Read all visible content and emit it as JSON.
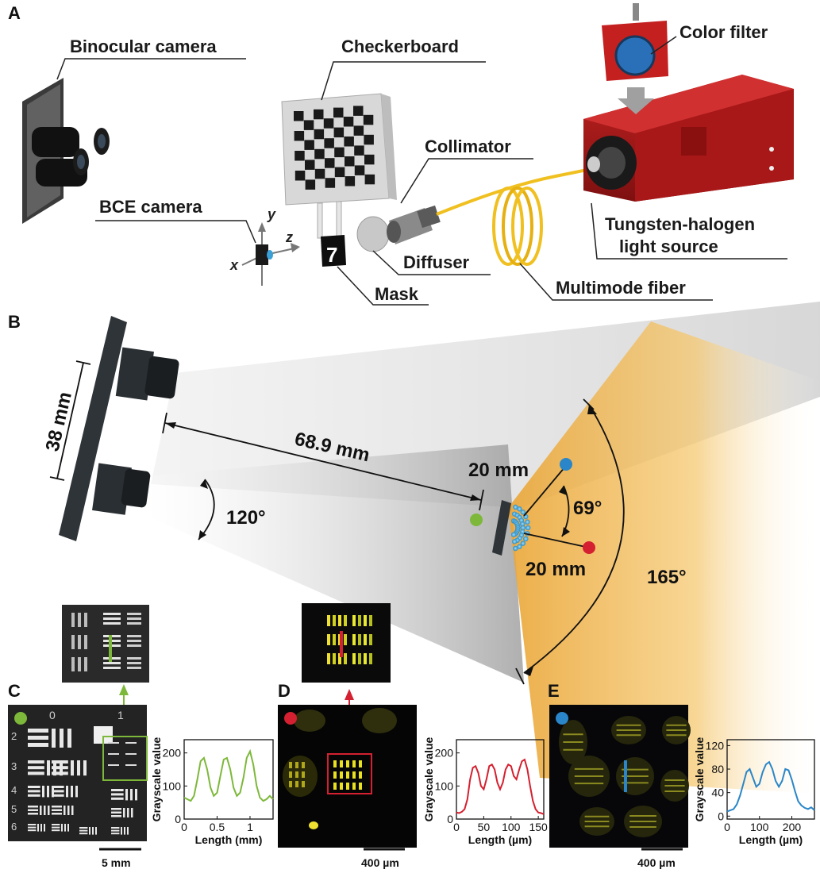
{
  "panels": {
    "a": "A",
    "b": "B",
    "c": "C",
    "d": "D",
    "e": "E"
  },
  "setup": {
    "binocular_camera": "Binocular camera",
    "checkerboard": "Checkerboard",
    "color_filter": "Color filter",
    "collimator": "Collimator",
    "bce_camera": "BCE camera",
    "diffuser": "Diffuser",
    "mask": "Mask",
    "mask_digit": "7",
    "multimode_fiber": "Multimode fiber",
    "light_source_line1": "Tungsten-halogen",
    "light_source_line2": "light source",
    "axis_x": "x",
    "axis_y": "y",
    "axis_z": "z"
  },
  "geometry": {
    "baseline": "38 mm",
    "working_distance": "68.9 mm",
    "fov_binocular": "120°",
    "dist_upper": "20 mm",
    "dist_lower": "20 mm",
    "angle_between": "69°",
    "fov_bce": "165°"
  },
  "colors": {
    "green": "#7db83a",
    "red": "#d42030",
    "blue": "#2a86c8",
    "fov_gold": "#f0b040"
  },
  "scalebars": {
    "c": "5 mm",
    "d": "400 µm",
    "e": "400 µm"
  },
  "usaf_labels": [
    "0",
    "1",
    "2",
    "3",
    "4",
    "5",
    "6"
  ],
  "chart_data": [
    {
      "type": "line",
      "panel": "C",
      "xlabel": "Length (mm)",
      "ylabel": "Grayscale value",
      "xlim": [
        0,
        1.35
      ],
      "ylim": [
        0,
        240
      ],
      "xticks": [
        0,
        0.5,
        1
      ],
      "yticks": [
        0,
        100,
        200
      ],
      "color": "#7db83a",
      "x": [
        0,
        0.05,
        0.1,
        0.15,
        0.2,
        0.25,
        0.3,
        0.35,
        0.4,
        0.45,
        0.5,
        0.55,
        0.6,
        0.65,
        0.7,
        0.75,
        0.8,
        0.85,
        0.9,
        0.95,
        1.0,
        1.05,
        1.1,
        1.15,
        1.2,
        1.25,
        1.3,
        1.35
      ],
      "y": [
        65,
        60,
        55,
        70,
        120,
        175,
        185,
        150,
        95,
        70,
        80,
        130,
        180,
        185,
        150,
        95,
        70,
        80,
        125,
        185,
        205,
        165,
        100,
        65,
        55,
        60,
        70,
        60
      ]
    },
    {
      "type": "line",
      "panel": "D",
      "xlabel": "Length (µm)",
      "ylabel": "Grayscale value",
      "xlim": [
        0,
        160
      ],
      "ylim": [
        0,
        240
      ],
      "xticks": [
        0,
        50,
        100,
        150
      ],
      "yticks": [
        0,
        100,
        200
      ],
      "color": "#d42030",
      "x": [
        0,
        5,
        10,
        15,
        20,
        25,
        30,
        35,
        40,
        45,
        50,
        55,
        60,
        65,
        70,
        75,
        80,
        85,
        90,
        95,
        100,
        105,
        110,
        115,
        120,
        125,
        130,
        135,
        140,
        145,
        150,
        155,
        160
      ],
      "y": [
        20,
        18,
        22,
        30,
        60,
        120,
        155,
        160,
        140,
        100,
        90,
        120,
        160,
        165,
        150,
        110,
        90,
        110,
        150,
        165,
        160,
        130,
        120,
        150,
        175,
        180,
        150,
        100,
        55,
        30,
        20,
        18,
        15
      ]
    },
    {
      "type": "line",
      "panel": "E",
      "xlabel": "Length (µm)",
      "ylabel": "Grayscale value",
      "xlim": [
        0,
        270
      ],
      "ylim": [
        -5,
        130
      ],
      "xticks": [
        0,
        100,
        200
      ],
      "yticks": [
        0,
        40,
        80,
        120
      ],
      "color": "#2a86c8",
      "x": [
        0,
        10,
        20,
        30,
        40,
        50,
        60,
        70,
        80,
        90,
        100,
        110,
        120,
        130,
        140,
        150,
        160,
        170,
        180,
        190,
        200,
        210,
        220,
        230,
        240,
        250,
        260,
        270
      ],
      "y": [
        8,
        10,
        12,
        20,
        35,
        55,
        75,
        80,
        65,
        50,
        55,
        75,
        88,
        92,
        80,
        60,
        50,
        60,
        80,
        78,
        62,
        42,
        25,
        18,
        14,
        12,
        15,
        10
      ]
    }
  ]
}
